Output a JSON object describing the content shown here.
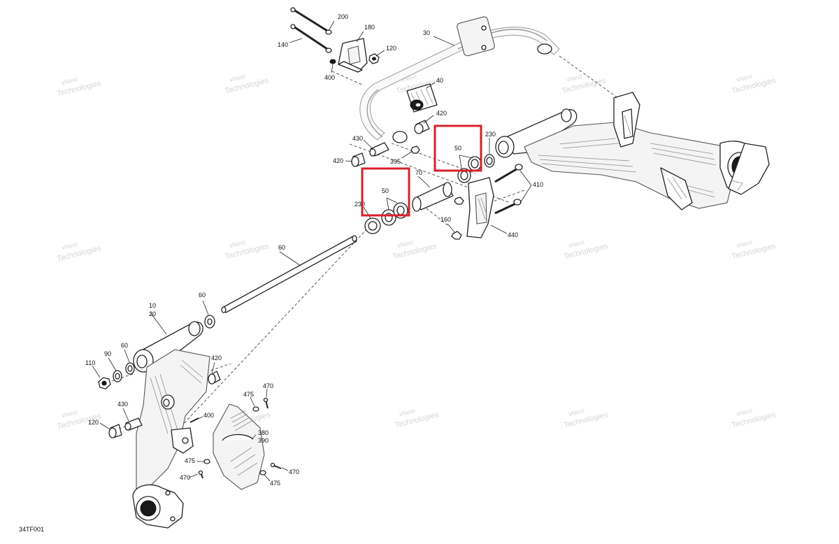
{
  "figure_code": "34TF001",
  "watermark": {
    "line1": "vNext",
    "line2": "Technologies",
    "combined": "vNext Technologies"
  },
  "highlight_color": "#d8202a",
  "callouts": {
    "c200": "200",
    "c180": "180",
    "c140": "140",
    "c120": "120",
    "c400_top": "400",
    "c30": "30",
    "c40": "40",
    "c420_a": "420",
    "c430_top": "430",
    "c420_b": "420",
    "c395": "395",
    "c50_top": "50",
    "c230_top": "230",
    "c70": "70",
    "c50_bot": "50",
    "c230_bot": "230",
    "c410": "410",
    "c160": "160",
    "c440": "440",
    "c60_shaft": "60",
    "c60_a": "60",
    "c10": "10",
    "c20": "20",
    "c90": "90",
    "c60_b": "60",
    "c110": "110",
    "c420_c": "420",
    "c430_bot": "430",
    "c120_bot": "120",
    "c400_bot": "400",
    "c470_a": "470",
    "c475_a": "475",
    "c380": "380",
    "c390": "390",
    "c475_b": "475",
    "c470_b": "470",
    "c470_c": "470",
    "c475_c": "475"
  }
}
